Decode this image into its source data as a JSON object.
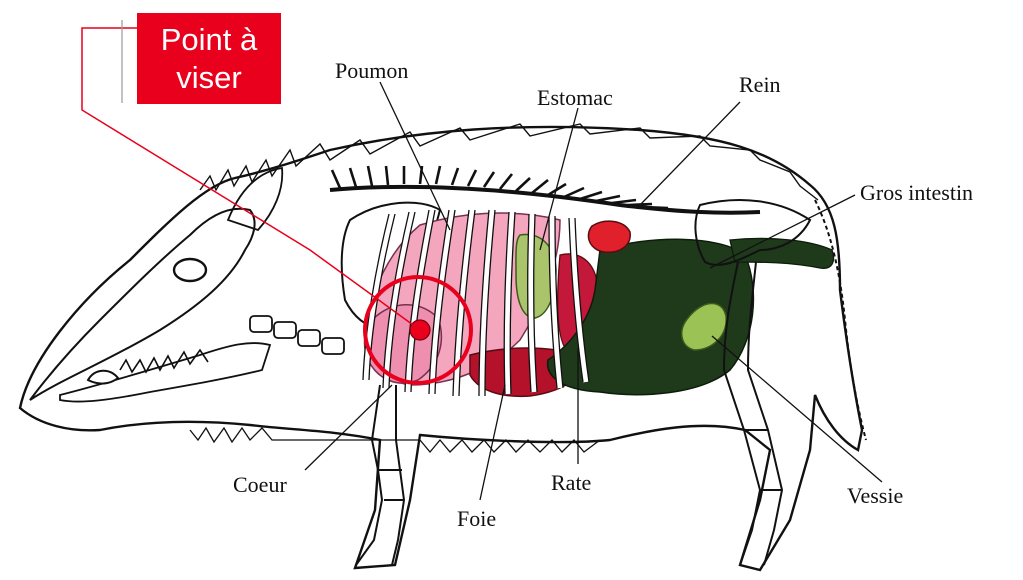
{
  "callout": {
    "line1": "Point à",
    "line2": "viser"
  },
  "labels": {
    "poumon": "Poumon",
    "estomac": "Estomac",
    "rein": "Rein",
    "gros_intestin": "Gros intestin",
    "coeur": "Coeur",
    "foie": "Foie",
    "rate": "Rate",
    "vessie": "Vessie"
  },
  "colors": {
    "target_red": "#e8001c",
    "lung_pink": "#f4a6bf",
    "heart_pink": "#ef8fb0",
    "liver_red": "#b3122a",
    "kidney_red": "#e0202a",
    "intestine_dark_green": "#1f3a1b",
    "stomach_green": "#a9c46a",
    "bladder_green": "#9bc255"
  }
}
